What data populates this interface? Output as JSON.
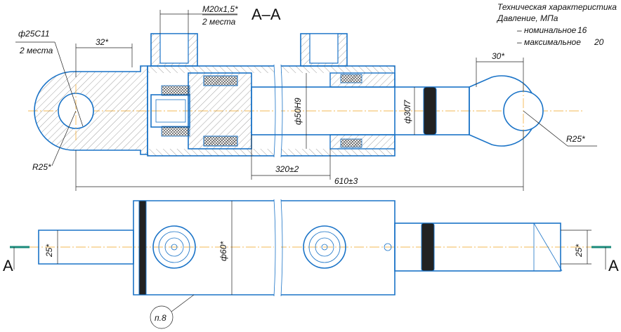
{
  "section_title": "А–А",
  "specs": {
    "title": "Техническая характеристика",
    "pressure_label": "Давление, МПа",
    "nominal_label": "– номинальное",
    "nominal_value": "16",
    "max_label": "– максимальное",
    "max_value": "20"
  },
  "dims": {
    "thread": "M20x1,5*",
    "thread_count": "2 места",
    "pin_bore": "ф25C11",
    "pin_count": "2 места",
    "left_offset": "32*",
    "right_offset": "30*",
    "left_radius": "R25*",
    "right_radius": "R25*",
    "bore": "ф50H9",
    "rod": "ф30f7",
    "stroke": "320±2",
    "overall": "610±3",
    "outer": "ф60*",
    "left_thick": "25*",
    "right_thick": "25*",
    "callout": "п.8"
  },
  "section_marks": {
    "left": "А",
    "right": "А"
  }
}
